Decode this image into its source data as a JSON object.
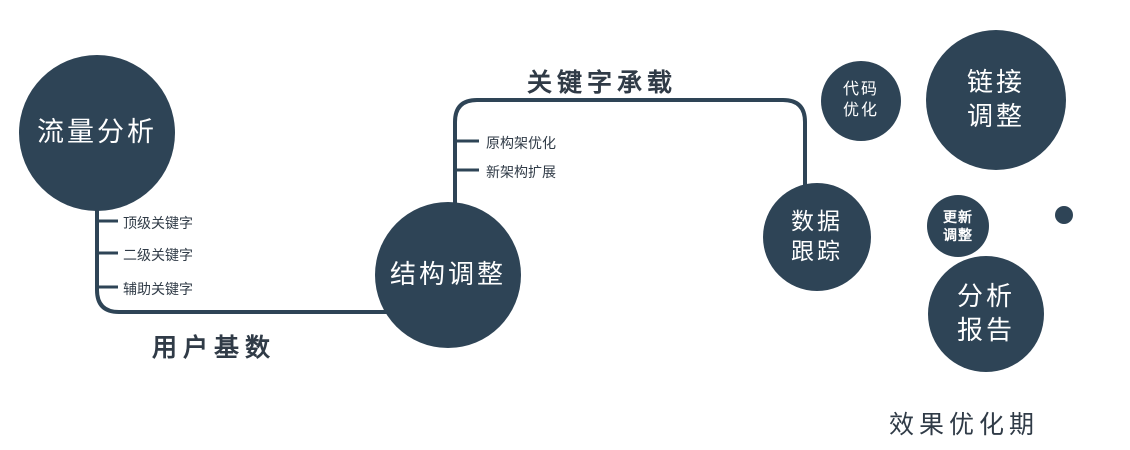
{
  "colors": {
    "node": "#2e4456",
    "line": "#2e4456",
    "dark": "#303b47"
  },
  "nodes": {
    "traffic": {
      "label": "流量分析"
    },
    "structure": {
      "label": "结构调整"
    },
    "data_tracking": {
      "label": "数据\n跟踪"
    },
    "code_opt": {
      "label": "代码\n优化"
    },
    "link_adjust": {
      "label": "链接\n调整"
    },
    "update_adjust": {
      "label": "更新\n调整"
    },
    "analysis_report": {
      "label": "分析\n报告"
    }
  },
  "edge_labels": {
    "user_base": "用户基数",
    "keyword_bearing": "关键字承载"
  },
  "tick_labels": {
    "left": [
      "顶级关键字",
      "二级关键字",
      "辅助关键字"
    ],
    "middle": [
      "原构架优化",
      "新架构扩展"
    ]
  },
  "caption": "效果优化期"
}
